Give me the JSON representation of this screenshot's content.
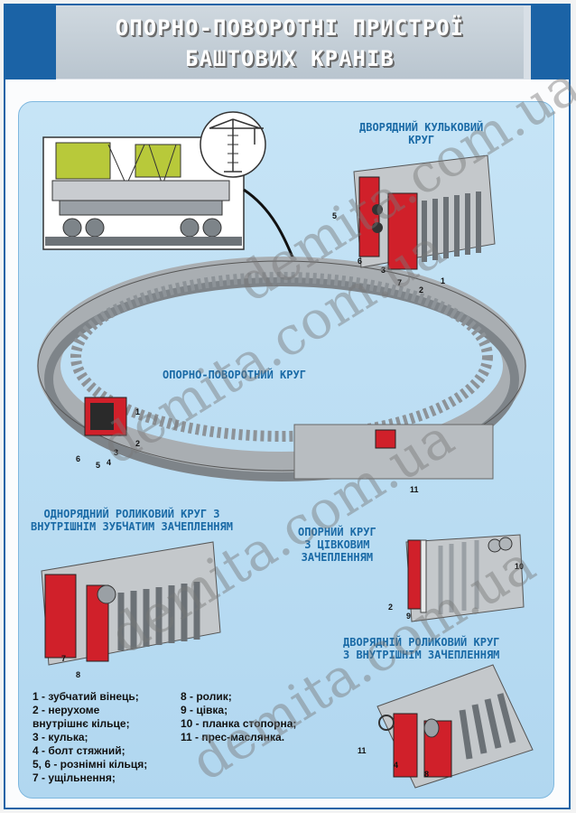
{
  "title": {
    "line1": "ОПОРНО-ПОВОРОТНІ ПРИСТРОЇ",
    "line2": "БАШТОВИХ КРАНІВ"
  },
  "sections": {
    "ball_two_row": {
      "line1": "ДВОРЯДНИЙ КУЛЬКОВИЙ",
      "line2": "КРУГ"
    },
    "slewing_ring": {
      "line1": "ОПОРНО-ПОВОРОТНИЙ КРУГ"
    },
    "roller_single": {
      "line1": "ОДНОРЯДНИЙ РОЛИКОВИЙ КРУГ З",
      "line2": "ВНУТРІШНІМ ЗУБЧАТИМ ЗАЧЕПЛЕННЯМ"
    },
    "pin_gear": {
      "line1": "ОПОРНИЙ КРУГ",
      "line2": "З ЦІВКОВИМ",
      "line3": "ЗАЧЕПЛЕННЯМ"
    },
    "roller_double": {
      "line1": "ДВОРЯДНІЙ РОЛИКОВИЙ КРУГ",
      "line2": "З ВНУТРІШНІМ ЗАЧЕПЛЕННЯМ"
    }
  },
  "legend": {
    "col1": [
      "1 - зубчатий вінець;",
      "2 - нерухоме",
      "внутрішнє кільце;",
      "3 - кулька;",
      "4 - болт стяжний;",
      "5, 6 - рознімні кільця;",
      "7 - ущільнення;"
    ],
    "col2": [
      "8 - ролик;",
      "9 - цівка;",
      "10 - планка стопорна;",
      "11 - прес-маслянка."
    ]
  },
  "callouts": {
    "ball": [
      "5",
      "6",
      "3",
      "7",
      "2",
      "1"
    ],
    "ring": [
      "1",
      "2",
      "3",
      "4",
      "5",
      "6",
      "11"
    ],
    "roller_single": [
      "7",
      "8"
    ],
    "pin": [
      "10",
      "2",
      "9"
    ],
    "roller_double": [
      "11",
      "4",
      "8"
    ]
  },
  "watermark": "demita.com.ua",
  "colors": {
    "accent": "#1b63a6",
    "caption": "#1a6aa6",
    "panel": "#bfe0f4",
    "red": "#d0202a"
  }
}
